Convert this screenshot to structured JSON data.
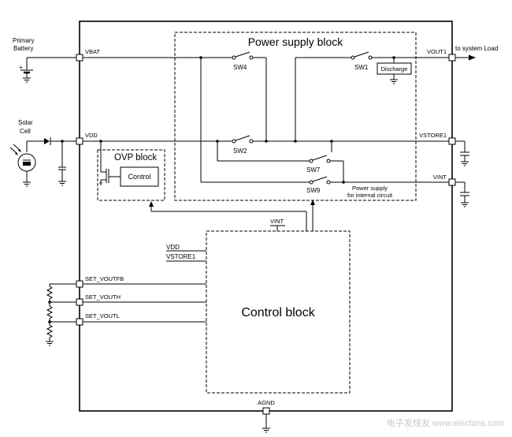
{
  "external": {
    "primary_battery": [
      "Primary",
      "Battery"
    ],
    "solar_cell": [
      "Solar",
      "Cell"
    ],
    "battery_plus": "+",
    "to_system_load": "to system Load"
  },
  "pins": {
    "vbat": "VBAT",
    "vdd": "VDD",
    "vout1": "VOUT1",
    "vstore1": "VSTORE1",
    "vint": "VINT",
    "set_voutfb": "SET_VOUTFB",
    "set_vouth": "SET_VOUTH",
    "set_voutl": "SET_VOUTL",
    "agnd": "AGND"
  },
  "blocks": {
    "power_supply": "Power supply block",
    "ovp": "OVP block",
    "ovp_control": "Control",
    "control_block": "Control block",
    "discharge": "Discharge",
    "internal_supply": [
      "Power supply",
      "for internal circuit"
    ]
  },
  "switches": {
    "sw1": "SW1",
    "sw2": "SW2",
    "sw4": "SW4",
    "sw7": "SW7",
    "sw9": "SW9"
  },
  "control_inputs": {
    "vint": "VINT",
    "vdd": "VDD",
    "vstore1": "VSTORE1"
  },
  "watermark": "电子发烧友 www.elecfans.com"
}
